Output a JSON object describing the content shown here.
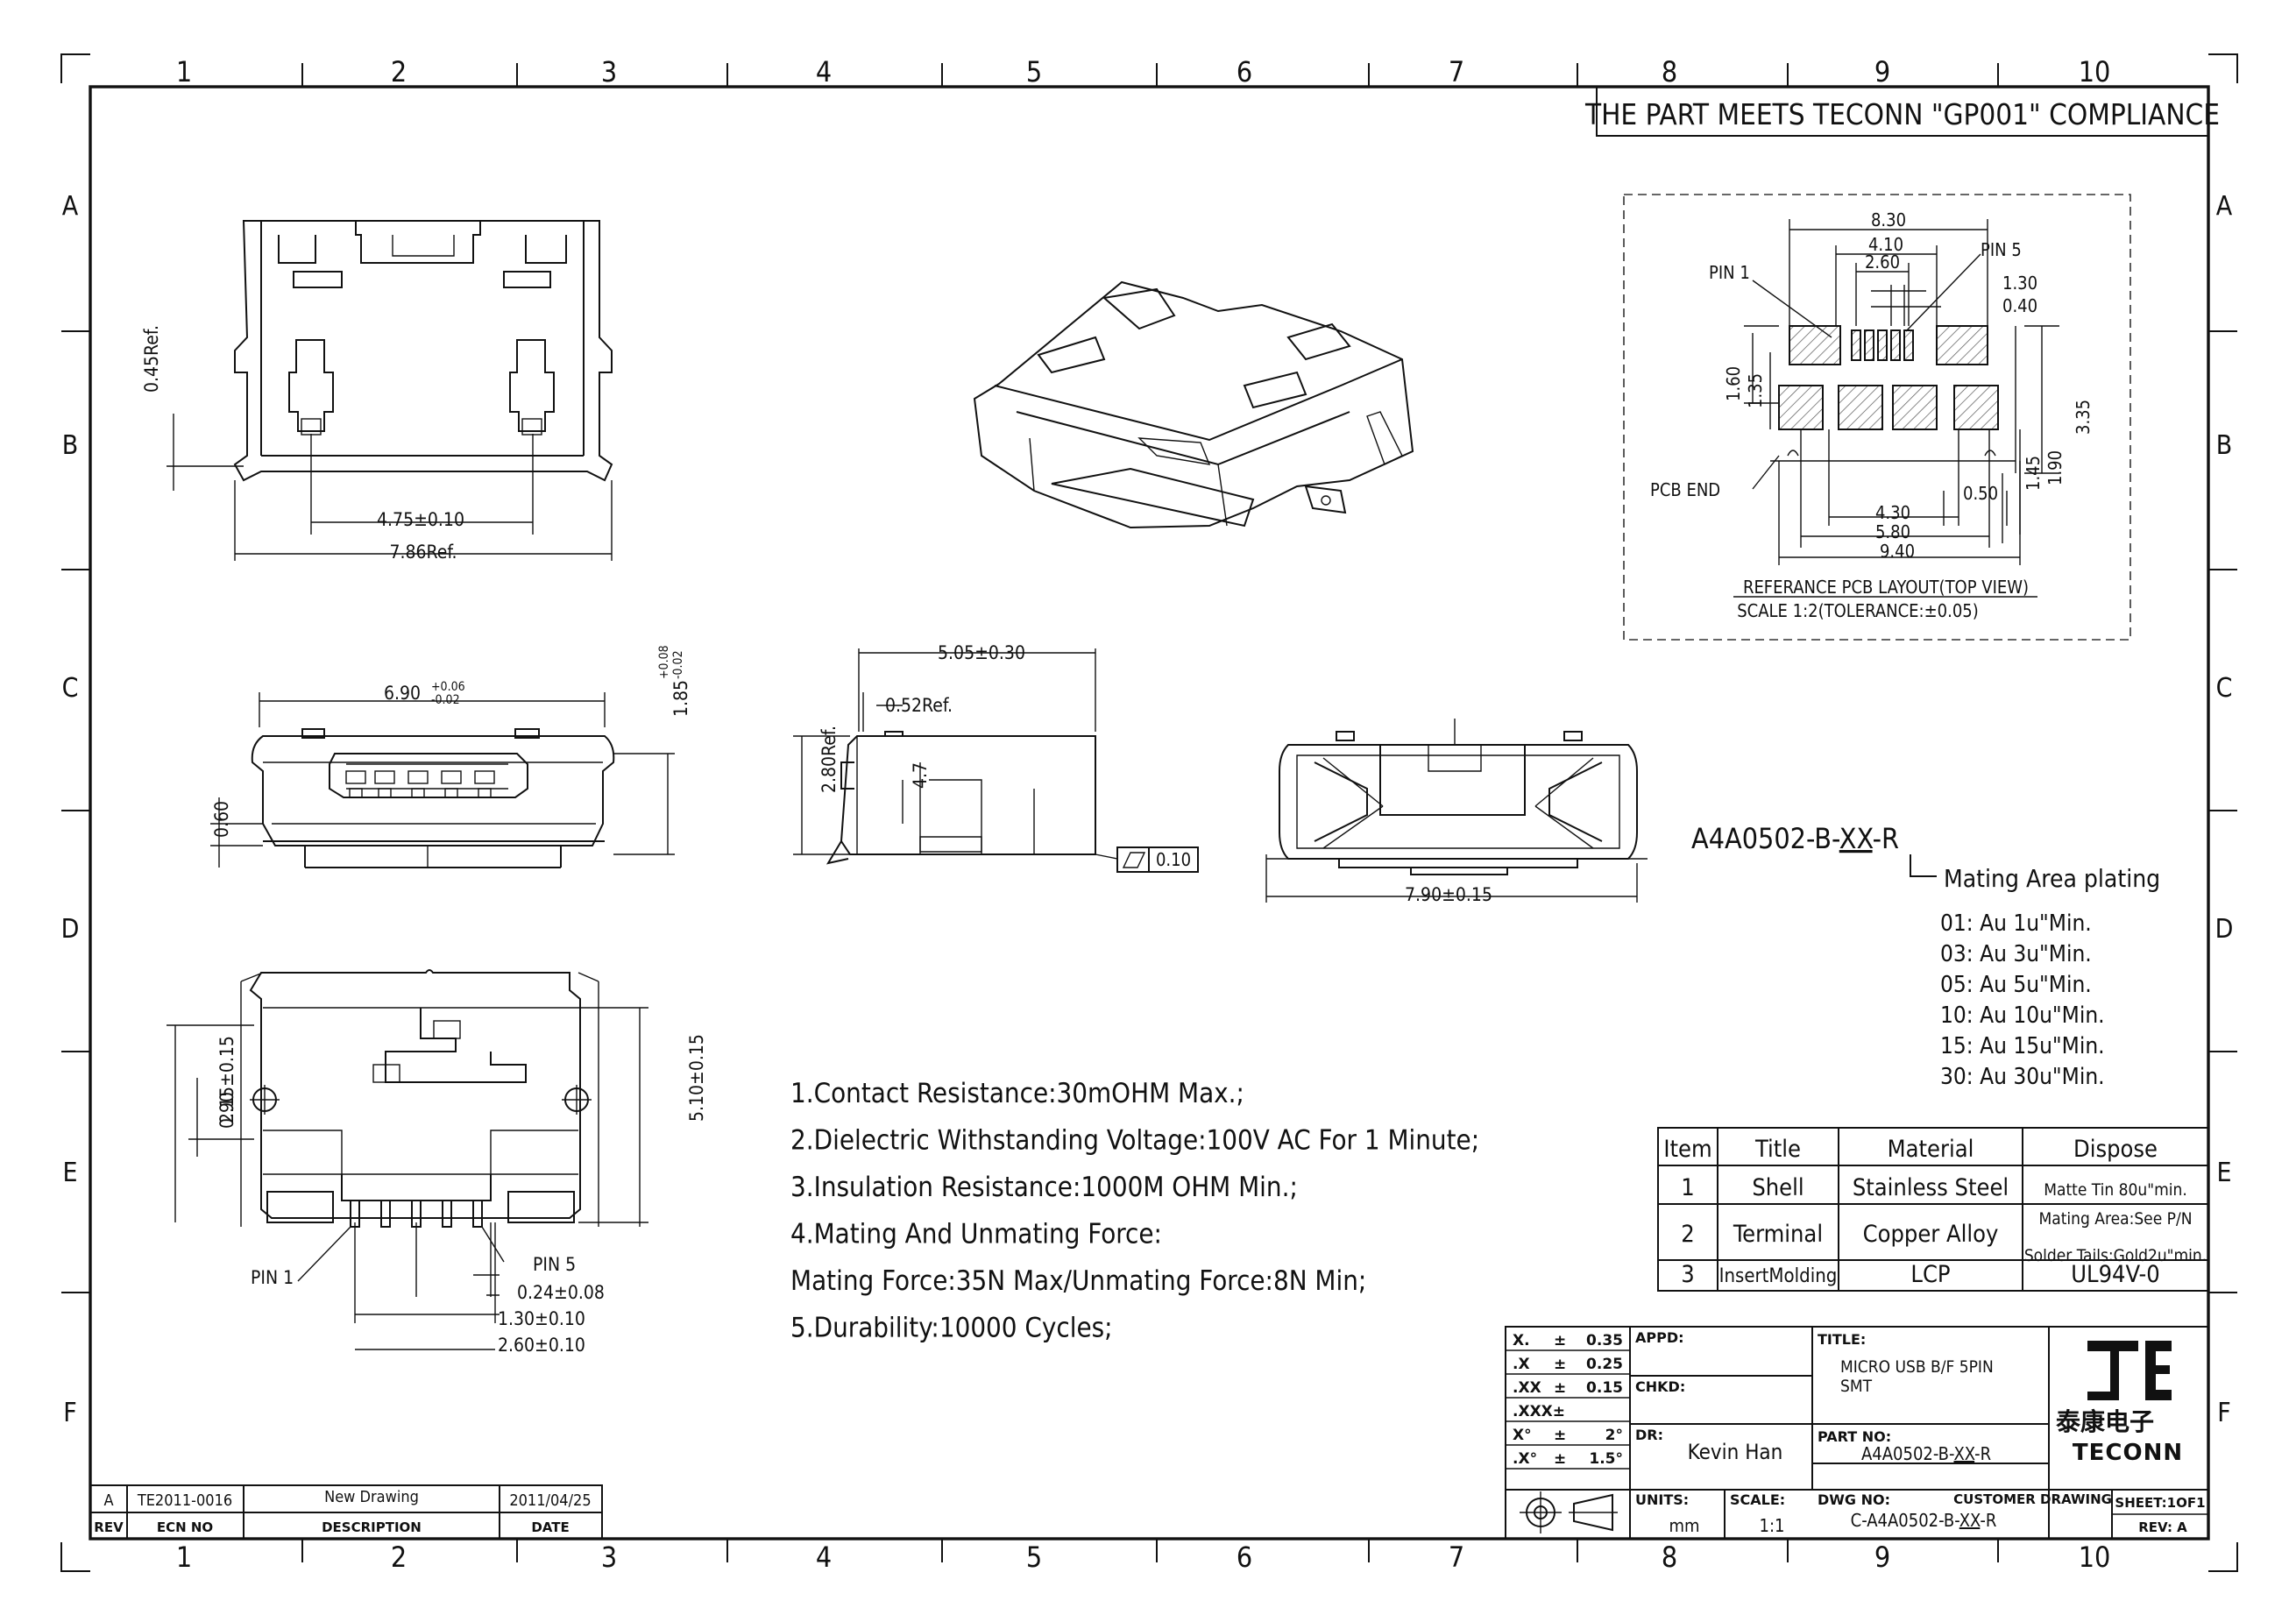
{
  "compliance_banner": "THE PART MEETS TECONN \"GP001\" COMPLIANCE",
  "zones": {
    "columns": [
      "1",
      "2",
      "3",
      "4",
      "5",
      "6",
      "7",
      "8",
      "9",
      "10"
    ],
    "rows": [
      "A",
      "B",
      "C",
      "D",
      "E",
      "F"
    ]
  },
  "dimensions": {
    "top_view": {
      "ref_045": "0.45Ref.",
      "w_475": "4.75±0.10",
      "w_786": "7.86Ref."
    },
    "front_view": {
      "w_690": "6.90",
      "tol_690_up": "+0.06",
      "tol_690_dn": "-0.02",
      "h_185": "1.85",
      "tol_185_up": "+0.08",
      "tol_185_dn": "-0.02",
      "h_060": "0.60"
    },
    "side_view": {
      "w_505": "5.05±0.30",
      "ref_052": "0.52Ref.",
      "h_280": "2.80Ref.",
      "h_47": "4.7",
      "flatness": "0.10"
    },
    "rear_view": {
      "w_790": "7.90±0.15"
    },
    "bottom_view": {
      "h_215": "2.15±0.15",
      "h_090": "0.90",
      "h_510": "5.10±0.15",
      "pin1": "PIN 1",
      "pin5": "PIN 5",
      "d_024": "0.24±0.08",
      "d_130": "1.30±0.10",
      "d_260": "2.60±0.10"
    }
  },
  "pcb_layout": {
    "d_830": "8.30",
    "d_410": "4.10",
    "d_260": "2.60",
    "d_130": "1.30",
    "d_040": "0.40",
    "pin1": "PIN 1",
    "pin5": "PIN 5",
    "pcb_end": "PCB END",
    "d_160": "1.60",
    "d_135": "1.35",
    "d_335": "3.35",
    "d_145": "1.45",
    "d_190": "1.90",
    "d_050": "0.50",
    "d_430": "4.30",
    "d_580": "5.80",
    "d_940": "9.40",
    "title": "REFERANCE PCB LAYOUT(TOP VIEW)",
    "scale": "SCALE 1:2(TOLERANCE:±0.05)"
  },
  "part_number": {
    "code_prefix": "A4A0502-B-",
    "code_xx": "XX",
    "code_suffix": "-R",
    "plating_label": "Mating Area plating",
    "options": [
      "01: Au  1u\"Min.",
      "03: Au  3u\"Min.",
      "05: Au  5u\"Min.",
      "10: Au  10u\"Min.",
      "15: Au  15u\"Min.",
      "30: Au  30u\"Min."
    ]
  },
  "notes": [
    "1.Contact Resistance:30mOHM Max.;",
    "2.Dielectric Withstanding Voltage:100V AC For 1 Minute;",
    "3.Insulation Resistance:1000M OHM Min.;",
    "4.Mating And Unmating Force:",
    "  Mating Force:35N Max/Unmating Force:8N Min;",
    "5.Durability:10000 Cycles;"
  ],
  "bom": {
    "headers": [
      "Item",
      "Title",
      "Material",
      "Dispose"
    ],
    "rows": [
      {
        "item": "1",
        "title": "Shell",
        "material": "Stainless Steel",
        "dispose": [
          "Matte Tin 80u\"min."
        ]
      },
      {
        "item": "2",
        "title": "Terminal",
        "material": "Copper Alloy",
        "dispose": [
          "Mating Area:See P/N",
          "Solder Tails:Gold2u\"min."
        ]
      },
      {
        "item": "3",
        "title": "InsertMolding",
        "material": "LCP",
        "dispose": [
          "UL94V-0"
        ]
      }
    ]
  },
  "revision_block": {
    "rev": "A",
    "ecn": "TE2011-0016",
    "description": "New Drawing",
    "date": "2011/04/25",
    "h_rev": "REV",
    "h_ecn": "ECN NO",
    "h_desc": "DESCRIPTION",
    "h_date": "DATE"
  },
  "title_block": {
    "tolerances": [
      [
        "X.",
        "±",
        "0.35"
      ],
      [
        ".X",
        "±",
        "0.25"
      ],
      [
        ".XX",
        "±",
        "0.15"
      ],
      [
        ".XXX±",
        "",
        ""
      ],
      [
        "X°",
        "±",
        "2°"
      ],
      [
        ".X°",
        "±",
        "1.5°"
      ]
    ],
    "appd_label": "APPD:",
    "chkd_label": "CHKD:",
    "dr_label": "DR:",
    "dr_name": "Kevin Han",
    "units_label": "UNITS:",
    "units": "mm",
    "scale_label": "SCALE:",
    "scale": "1:1",
    "title_label": "TITLE:",
    "title_line1": "MICRO USB B/F 5PIN",
    "title_line2": "SMT",
    "partno_label": "PART NO:",
    "partno_prefix": "A4A0502-B-",
    "partno_xx": "XX",
    "partno_suffix": "-R",
    "dwgno_label": "DWG NO:",
    "customer_drawing": "CUSTOMER DRAWING",
    "dwgno_prefix": "C-A4A0502-B-",
    "dwgno_xx": "XX",
    "dwgno_suffix": "-R",
    "sheet": "SHEET:1OF1",
    "rev": "REV: A",
    "company_cn": "泰康电子",
    "company_en": "TECONN"
  }
}
